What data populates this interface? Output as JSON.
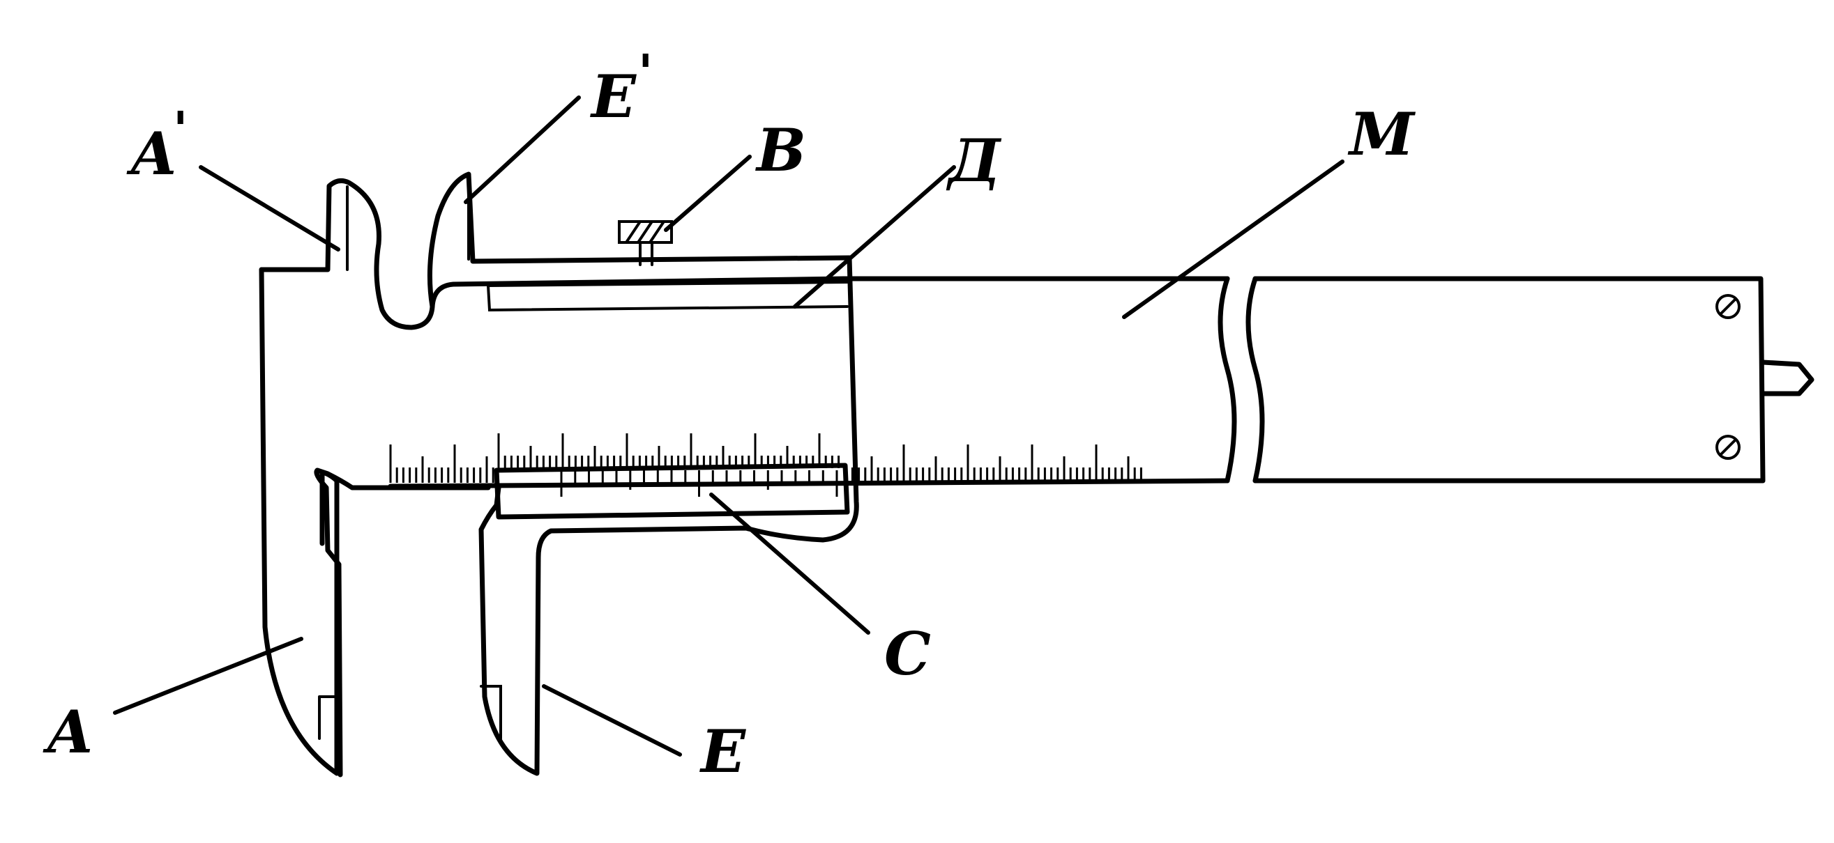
{
  "labels": {
    "A_prime": {
      "letter": "A",
      "prime": "'"
    },
    "E_prime": {
      "letter": "E",
      "prime": "'"
    },
    "B": "B",
    "D": "Д",
    "M": "M",
    "C": "C",
    "A": "A",
    "E": "E"
  },
  "colors": {
    "ink": "#000000",
    "background": "#ffffff"
  }
}
